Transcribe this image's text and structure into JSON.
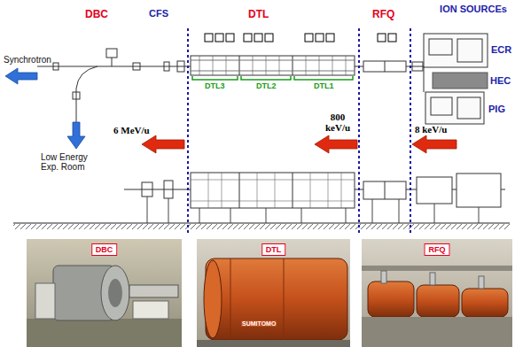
{
  "diagram": {
    "nodes": [
      {
        "text": [
          "DBC"
        ]
      },
      {
        "text": [
          "DTL"
        ]
      },
      {
        "text": [
          "RFQ"
        ]
      }
    ],
    "labels": [
      "DBC",
      "CFS",
      "DTL",
      "RFQ",
      "ION SOURCEs",
      "ECR",
      "HEC",
      "PIG",
      "Synchrotron",
      "Low Energy Exp. Room",
      "DTL3",
      "DTL2",
      "DTL1",
      "6 MeV/u",
      "800 keV/u",
      "8 keV/u",
      "SUMITOMO"
    ]
  }
}
